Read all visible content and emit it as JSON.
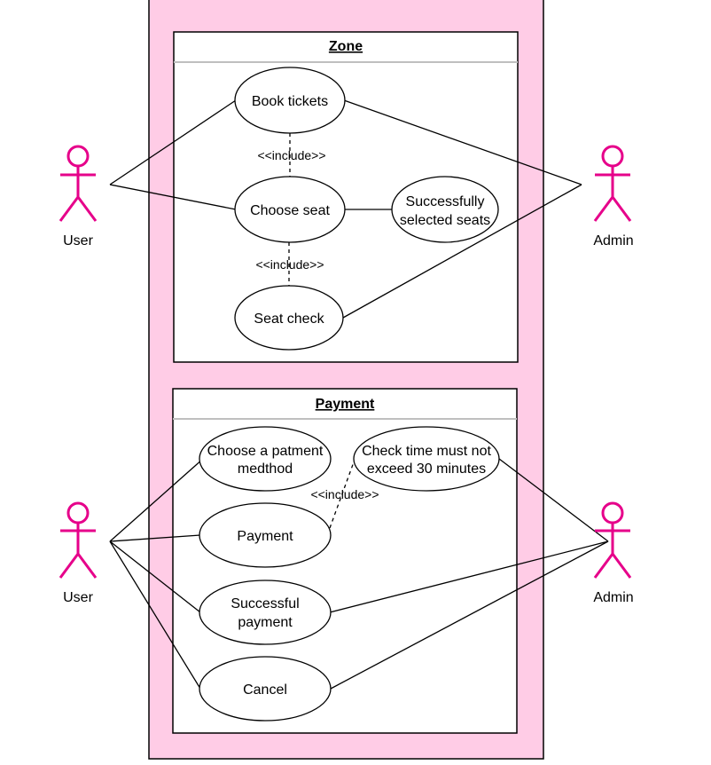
{
  "colors": {
    "system_fill": "#ffcce6",
    "actor_stroke": "#e6008a",
    "line": "#000000",
    "package_header_line": "#bfbfbf"
  },
  "packages": {
    "zone": {
      "title": "Zone"
    },
    "payment": {
      "title": "Payment"
    }
  },
  "use_cases": {
    "book_tickets": [
      "Book tickets"
    ],
    "choose_seat": [
      "Choose seat"
    ],
    "successfully_selected_seats": [
      "Successfully",
      "selected seats"
    ],
    "seat_check": [
      "Seat check"
    ],
    "choose_payment_method": [
      "Choose a patment",
      "medthod"
    ],
    "check_time": [
      "Check time must not",
      "exceed 30 minutes"
    ],
    "payment": [
      "Payment"
    ],
    "successful_payment": [
      "Successful",
      "payment"
    ],
    "cancel": [
      "Cancel"
    ]
  },
  "relations": {
    "include_1": "<<include>>",
    "include_2": "<<include>>",
    "include_3": "<<include>>"
  },
  "actors": {
    "user_top": "User",
    "admin_top": "Admin",
    "user_bottom": "User",
    "admin_bottom": "Admin"
  }
}
